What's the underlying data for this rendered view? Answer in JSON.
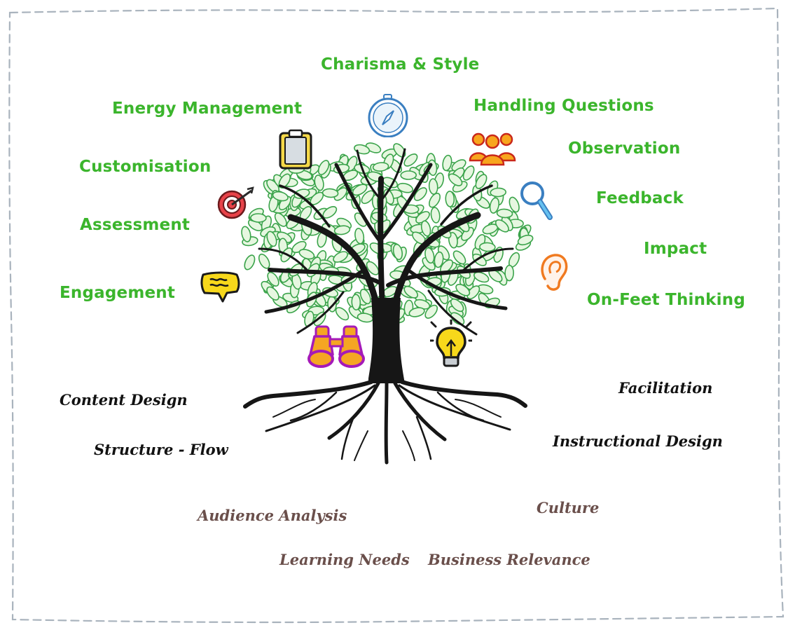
{
  "colors": {
    "canopy_labels": "#3bb52c",
    "trunk_labels": "#121212",
    "root_labels": "#6a4f4b",
    "leaf_fill": "#e6f7e0",
    "leaf_stroke": "#3aa34a",
    "bark": "#161616",
    "frame_dash": "#a9b3bd"
  },
  "canopy_labels": [
    {
      "id": "charisma",
      "text": "Charisma & Style",
      "icon": "compass-icon"
    },
    {
      "id": "energy",
      "text": "Energy Management",
      "icon": "clipboard-icon"
    },
    {
      "id": "handling",
      "text": "Handling Questions",
      "icon": "people-group-icon"
    },
    {
      "id": "customisation",
      "text": "Customisation",
      "icon": "target-icon"
    },
    {
      "id": "observation",
      "text": "Observation",
      "icon": "magnifier-icon"
    },
    {
      "id": "feedback",
      "text": "Feedback",
      "icon": ""
    },
    {
      "id": "assessment",
      "text": "Assessment",
      "icon": ""
    },
    {
      "id": "impact",
      "text": "Impact",
      "icon": "ear-icon"
    },
    {
      "id": "engagement",
      "text": "Engagement",
      "icon": "speech-bubble-icon"
    },
    {
      "id": "onfeet",
      "text": "On-Feet Thinking",
      "icon": ""
    }
  ],
  "trunk_labels": [
    {
      "id": "content",
      "text": "Content Design"
    },
    {
      "id": "structure",
      "text": "Structure - Flow"
    },
    {
      "id": "facilitation",
      "text": "Facilitation"
    },
    {
      "id": "instructional",
      "text": "Instructional Design"
    }
  ],
  "root_labels": [
    {
      "id": "audience",
      "text": "Audience Analysis"
    },
    {
      "id": "culture",
      "text": "Culture"
    },
    {
      "id": "learning",
      "text": "Learning Needs"
    },
    {
      "id": "business",
      "text": "Business Relevance"
    }
  ],
  "trunk_icons": [
    "binoculars-icon",
    "lightbulb-icon"
  ]
}
